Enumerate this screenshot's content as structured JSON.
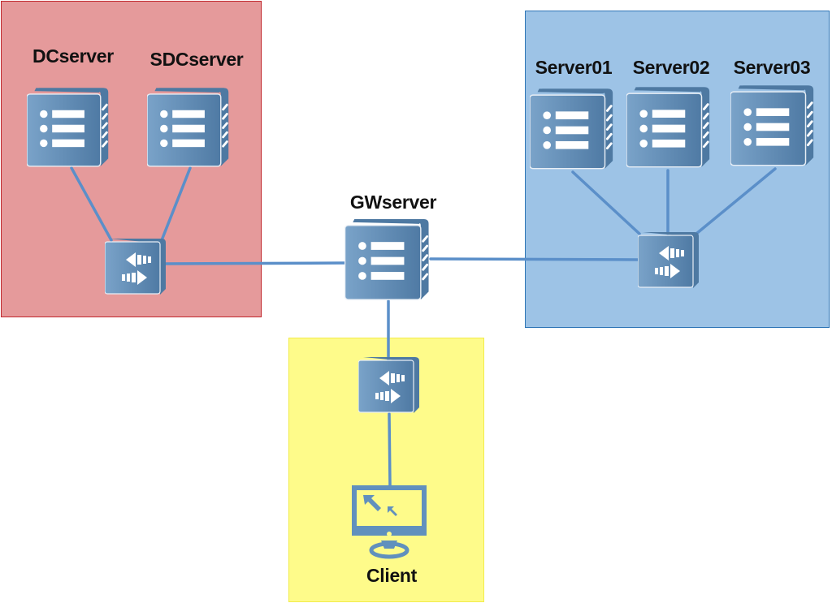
{
  "diagram": {
    "type": "network-topology",
    "colors": {
      "zone_dc": "#e59a9b",
      "zone_dc_border": "#c0272d",
      "zone_servers": "#9dc3e6",
      "zone_servers_border": "#2e75b6",
      "zone_client": "#fefb8a",
      "zone_client_border": "#f2ec4a",
      "device": "#5b87b0",
      "link": "#5b8fc9"
    },
    "zones": [
      {
        "id": "dc-zone",
        "color": "red"
      },
      {
        "id": "server-zone",
        "color": "blue"
      },
      {
        "id": "client-zone",
        "color": "yellow"
      }
    ],
    "nodes": {
      "dcserver": {
        "label": "DCserver",
        "icon": "server-icon"
      },
      "sdcserver": {
        "label": "SDCserver",
        "icon": "server-icon"
      },
      "gwserver": {
        "label": "GWserver",
        "icon": "server-icon"
      },
      "server01": {
        "label": "Server01",
        "icon": "server-icon"
      },
      "server02": {
        "label": "Server02",
        "icon": "server-icon"
      },
      "server03": {
        "label": "Server03",
        "icon": "server-icon"
      },
      "switch_dc": {
        "label": "",
        "icon": "switch-icon"
      },
      "switch_servers": {
        "label": "",
        "icon": "switch-icon"
      },
      "switch_client": {
        "label": "",
        "icon": "switch-icon"
      },
      "client": {
        "label": "Client",
        "icon": "workstation-icon"
      }
    },
    "links": [
      [
        "dcserver",
        "switch_dc"
      ],
      [
        "sdcserver",
        "switch_dc"
      ],
      [
        "switch_dc",
        "gwserver"
      ],
      [
        "gwserver",
        "switch_servers"
      ],
      [
        "server01",
        "switch_servers"
      ],
      [
        "server02",
        "switch_servers"
      ],
      [
        "server03",
        "switch_servers"
      ],
      [
        "gwserver",
        "switch_client"
      ],
      [
        "switch_client",
        "client"
      ]
    ]
  }
}
